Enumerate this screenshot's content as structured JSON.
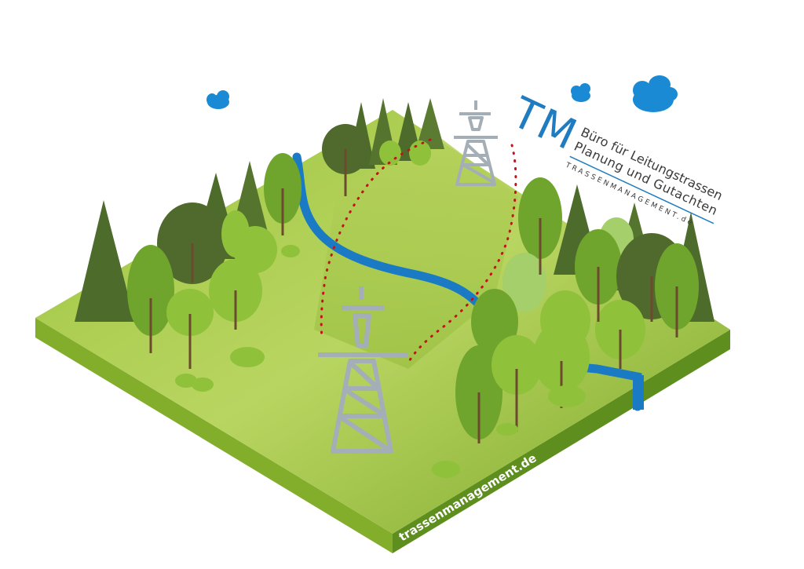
{
  "logo": {
    "initials": "TM",
    "line1": "Büro für Leitungstrassen",
    "line2": "Planung und Gutachten",
    "line3": "TRASSENMANAGEMENT.de"
  },
  "website": "trassenmanagement.de",
  "colors": {
    "grass_light": "#a9cc52",
    "grass_mid": "#8ab535",
    "grass_dark": "#6f9a28",
    "side_left": "#7fac2a",
    "side_right": "#5f8f1f",
    "river": "#1a7bc4",
    "cloud": "#1a8ad4",
    "pylon": "#a4aeb6",
    "route": "#c0141b",
    "tree_dark": "#4d6b2b",
    "tree_mid": "#6fa52c",
    "tree_light": "#8fc13a",
    "trunk": "#6b4a2e",
    "logo_blue": "#1f7cc0",
    "logo_text": "#3a3a3a"
  },
  "icons": [
    "cloud-icon",
    "pylon-icon",
    "conifer-tree-icon",
    "deciduous-tree-icon",
    "bush-icon",
    "river-icon"
  ]
}
